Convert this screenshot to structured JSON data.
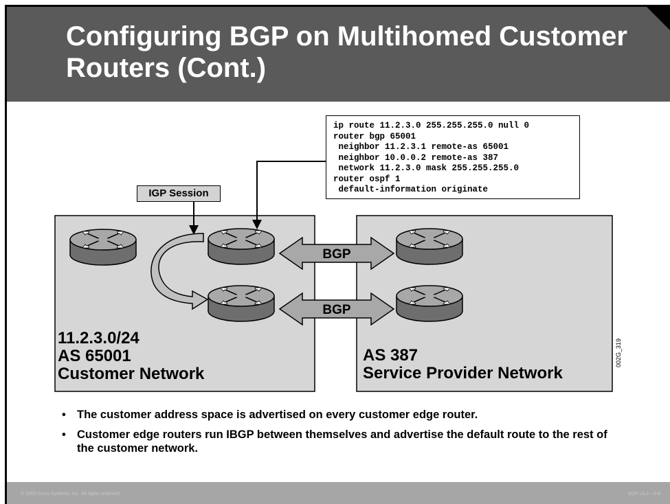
{
  "slide": {
    "title": "Configuring BGP on Multihomed Customer Routers (Cont.)"
  },
  "config": {
    "lines": [
      "ip route 11.2.3.0 255.255.255.0 null 0",
      "router bgp 65001",
      " neighbor 11.2.3.1 remote-as 65001",
      " neighbor 10.0.0.2 remote-as 387",
      " network 11.2.3.0 mask 255.255.255.0",
      "router ospf 1",
      " default-information originate"
    ]
  },
  "diagram": {
    "igp_label": "IGP Session",
    "bgp_label_top": "BGP",
    "bgp_label_bottom": "BGP",
    "customer_box": {
      "line1": "11.2.3.0/24",
      "line2": "AS 65001",
      "line3": "Customer Network"
    },
    "provider_box": {
      "line1": "AS 387",
      "line2": "Service Provider Network"
    },
    "figure_id": "002G_319"
  },
  "bullets": [
    "The customer address space is advertised on every customer edge router.",
    "Customer edge routers run IBGP between themselves and advertise the default route to the rest of the customer network."
  ],
  "footer": {
    "copyright": "© 2005 Cisco Systems, Inc. All rights reserved.",
    "course": "BGP v3.2—5-4"
  }
}
